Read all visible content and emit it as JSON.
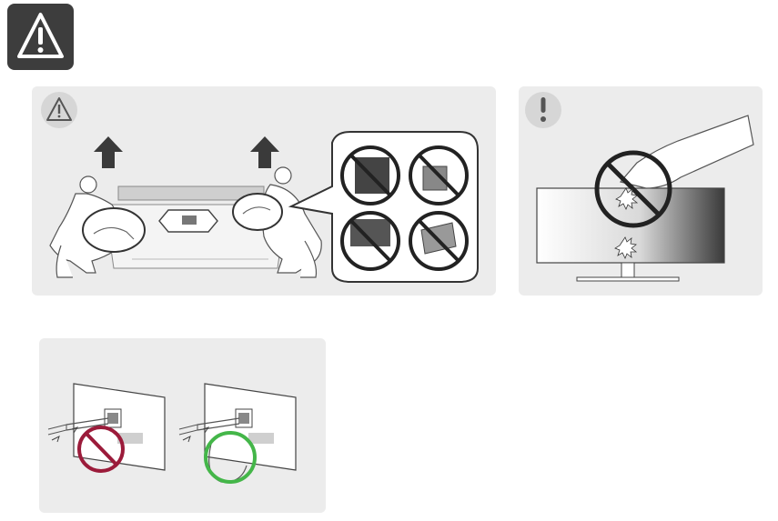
{
  "page": {
    "background": "#ffffff",
    "panel_color": "#ececec",
    "warning_color": "#3d3d3d",
    "prohibit_color_lift": "#222222",
    "prohibit_color_cable": "#9b1b3a",
    "ok_color_cable": "#44b649"
  },
  "icons": {
    "warning_badge": "warning-triangle-icon",
    "lift_panel_badge": "caution-triangle-icon",
    "press_panel_badge": "exclamation-icon"
  },
  "illustrations": {
    "lift_monitor": "two-people-lifting-monitor-illustration",
    "do_not_press_screen": "finger-pressing-screen-prohibited-illustration",
    "cable_bending": "cable-bend-incorrect-and-correct-illustration"
  }
}
